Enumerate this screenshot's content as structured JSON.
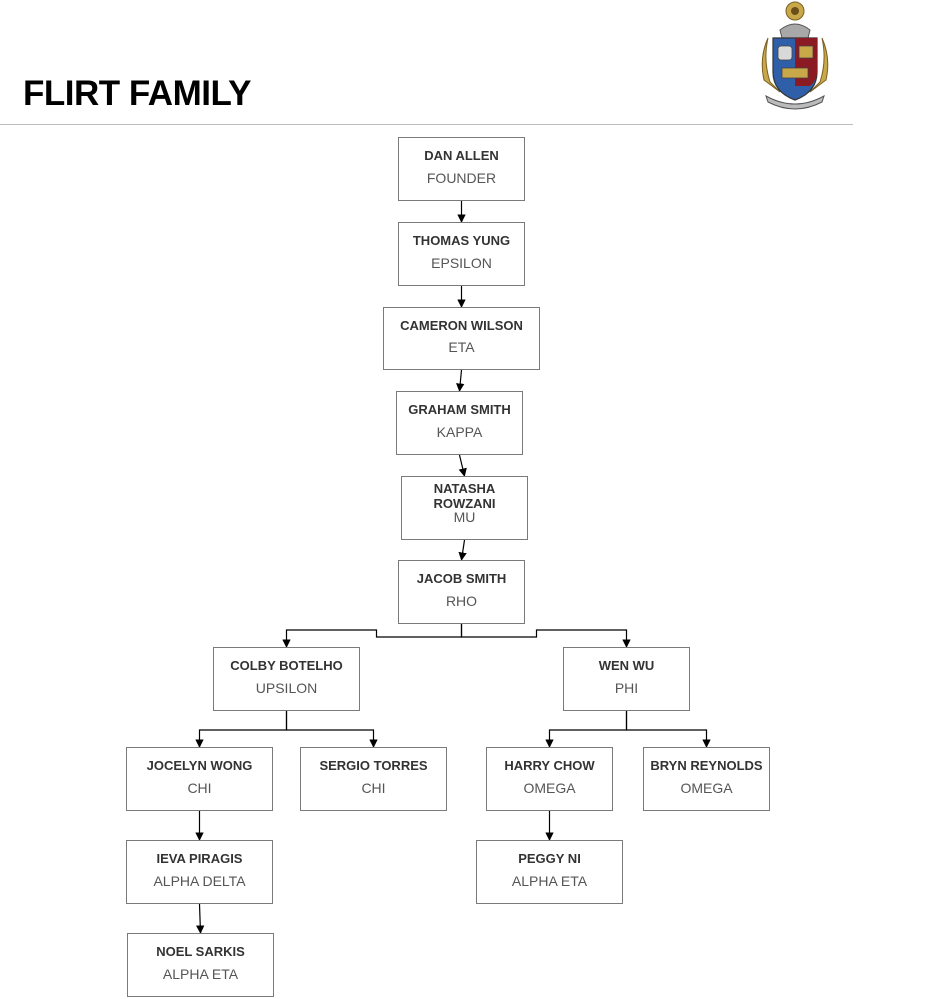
{
  "header": {
    "title": "FLIRT FAMILY",
    "crest_icon": "fraternity-crest-icon"
  },
  "tree": {
    "dan_allen": {
      "name": "DAN ALLEN",
      "chapter": "FOUNDER"
    },
    "thomas_yung": {
      "name": "THOMAS YUNG",
      "chapter": "EPSILON"
    },
    "cameron_wilson": {
      "name": "CAMERON WILSON",
      "chapter": "ETA"
    },
    "graham_smith": {
      "name": "GRAHAM SMITH",
      "chapter": "KAPPA"
    },
    "natasha_rowzani": {
      "name": "NATASHA ROWZANI",
      "chapter": "MU"
    },
    "jacob_smith": {
      "name": "JACOB SMITH",
      "chapter": "RHO"
    },
    "colby_botelho": {
      "name": "COLBY BOTELHO",
      "chapter": "UPSILON"
    },
    "wen_wu": {
      "name": "WEN WU",
      "chapter": "PHI"
    },
    "jocelyn_wong": {
      "name": "JOCELYN WONG",
      "chapter": "CHI"
    },
    "sergio_torres": {
      "name": "SERGIO TORRES",
      "chapter": "CHI"
    },
    "harry_chow": {
      "name": "HARRY CHOW",
      "chapter": "OMEGA"
    },
    "bryn_reynolds": {
      "name": "BRYN REYNOLDS",
      "chapter": "OMEGA"
    },
    "ieva_piragis": {
      "name": "IEVA PIRAGIS",
      "chapter": "ALPHA DELTA"
    },
    "peggy_ni": {
      "name": "PEGGY NI",
      "chapter": "ALPHA ETA"
    },
    "noel_sarkis": {
      "name": "NOEL SARKIS",
      "chapter": "ALPHA ETA"
    }
  },
  "edges": [
    [
      "dan_allen",
      "thomas_yung"
    ],
    [
      "thomas_yung",
      "cameron_wilson"
    ],
    [
      "cameron_wilson",
      "graham_smith"
    ],
    [
      "graham_smith",
      "natasha_rowzani"
    ],
    [
      "natasha_rowzani",
      "jacob_smith"
    ],
    [
      "jacob_smith",
      "colby_botelho"
    ],
    [
      "jacob_smith",
      "wen_wu"
    ],
    [
      "colby_botelho",
      "jocelyn_wong"
    ],
    [
      "colby_botelho",
      "sergio_torres"
    ],
    [
      "wen_wu",
      "harry_chow"
    ],
    [
      "wen_wu",
      "bryn_reynolds"
    ],
    [
      "jocelyn_wong",
      "ieva_piragis"
    ],
    [
      "ieva_piragis",
      "noel_sarkis"
    ],
    [
      "harry_chow",
      "peggy_ni"
    ]
  ],
  "colors": {
    "node_border": "#7a7a7a",
    "name_text": "#333333",
    "chapter_text": "#555555",
    "connector": "#000000"
  }
}
